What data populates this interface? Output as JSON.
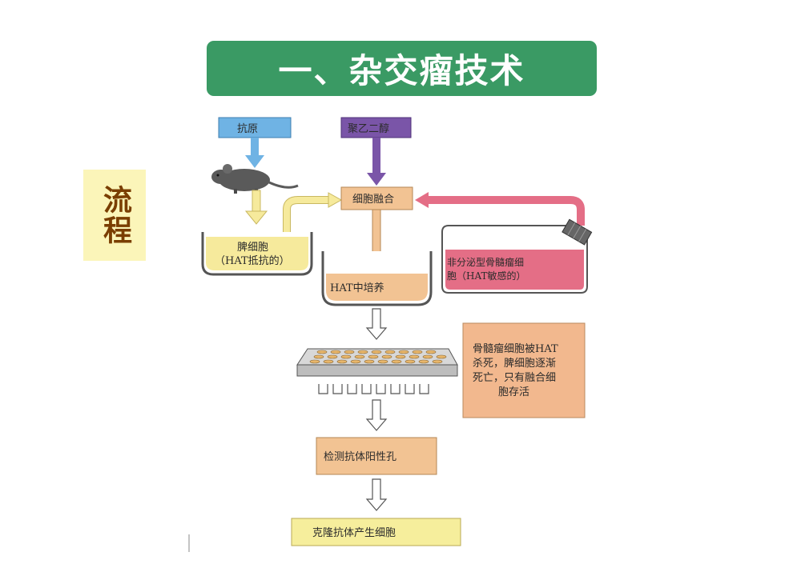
{
  "title": "一、杂交瘤技术",
  "side_label": "流程",
  "diagram": {
    "antigen": "抗原",
    "peg": "聚乙二醇",
    "cell_fusion": "细胞融合",
    "spleen_cells_line1": "脾细胞",
    "spleen_cells_line2": "（HAT抵抗的）",
    "myeloma_line1": "非分泌型骨髓瘤细",
    "myeloma_line2": "胞（HAT敏感的）",
    "hat_culture": "HAT中培养",
    "note_line1": "骨髓瘤细胞被HAT",
    "note_line2": "杀死，脾细胞逐渐",
    "note_line3": "死亡，只有融合细",
    "note_line4": "胞存活",
    "detect": "检测抗体阳性孔",
    "clone": "克隆抗体产生细胞"
  },
  "colors": {
    "banner": "#3a9a64",
    "antigen_box": "#6fb3e4",
    "peg_box": "#7a55a8",
    "fusion_box": "#f2c393",
    "spleen_fill": "#f6ea9c",
    "myeloma_fill": "#e46e86",
    "note_box": "#f2b88e",
    "clone_box": "#f6ee9c"
  }
}
